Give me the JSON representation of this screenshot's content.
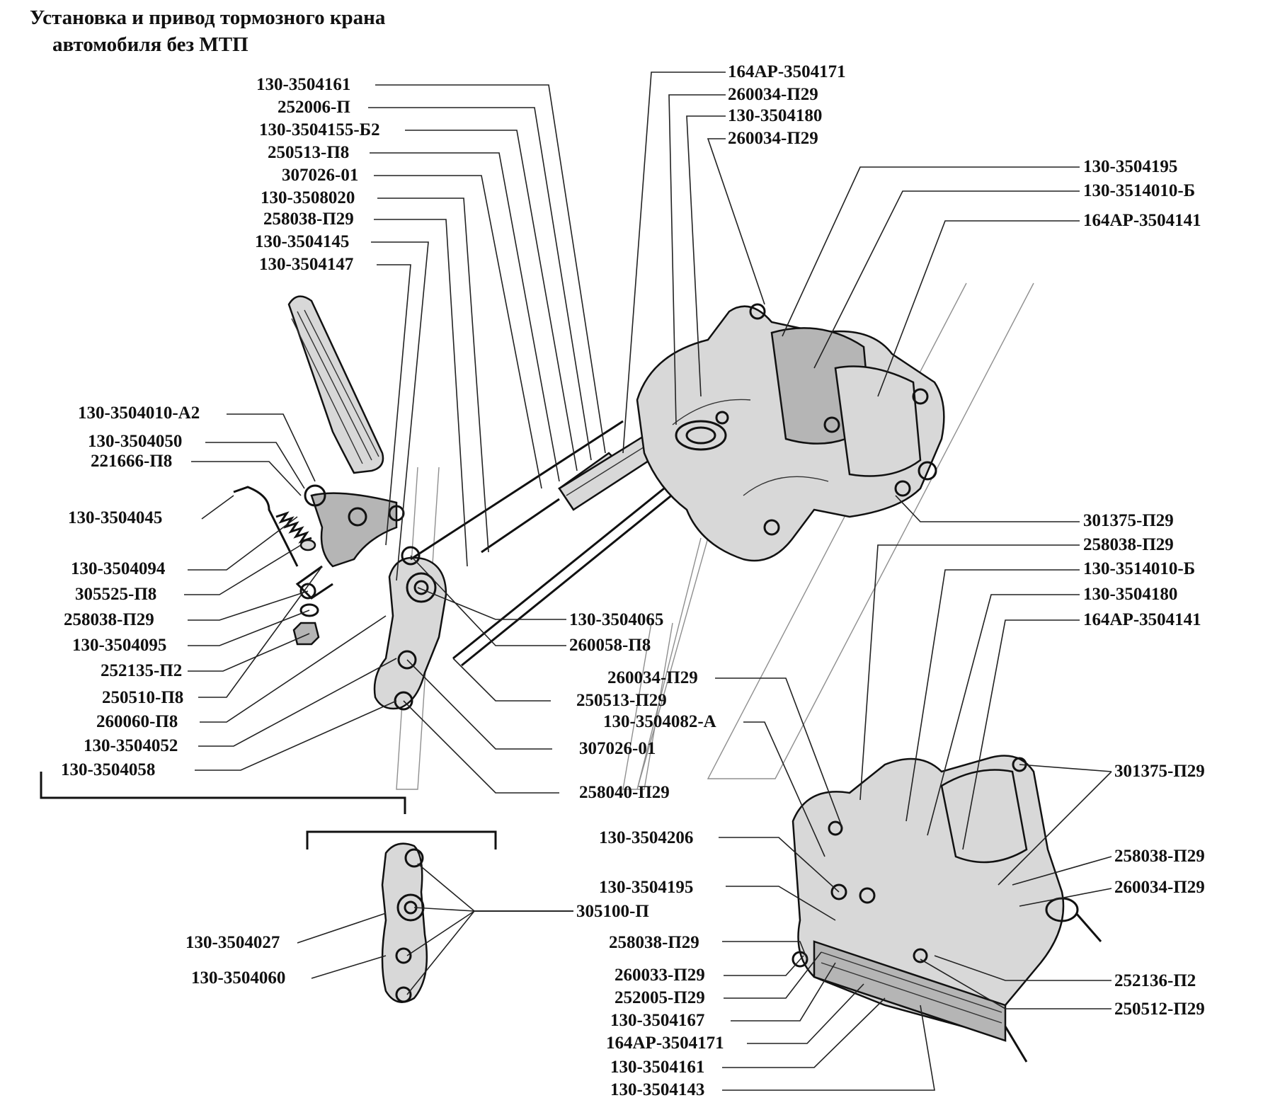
{
  "title": {
    "line1": "Установка и привод тормозного крана",
    "line2": "автомобиля без МТП"
  },
  "callouts": [
    {
      "id": "c1",
      "text": "130-3504161"
    },
    {
      "id": "c2",
      "text": "252006-П"
    },
    {
      "id": "c3",
      "text": "130-3504155-Б2"
    },
    {
      "id": "c4",
      "text": "250513-П8"
    },
    {
      "id": "c5",
      "text": "307026-01"
    },
    {
      "id": "c6",
      "text": "130-3508020"
    },
    {
      "id": "c7",
      "text": "258038-П29"
    },
    {
      "id": "c8",
      "text": "130-3504145"
    },
    {
      "id": "c9",
      "text": "130-3504147"
    },
    {
      "id": "c10",
      "text": "164АР-3504171"
    },
    {
      "id": "c11",
      "text": "260034-П29"
    },
    {
      "id": "c12",
      "text": "130-3504180"
    },
    {
      "id": "c13",
      "text": "260034-П29"
    },
    {
      "id": "c14",
      "text": "130-3504195"
    },
    {
      "id": "c15",
      "text": "130-3514010-Б"
    },
    {
      "id": "c16",
      "text": "164АР-3504141"
    },
    {
      "id": "c17",
      "text": "130-3504010-А2"
    },
    {
      "id": "c18",
      "text": "130-3504050"
    },
    {
      "id": "c19",
      "text": "221666-П8"
    },
    {
      "id": "c20",
      "text": "130-3504045"
    },
    {
      "id": "c21",
      "text": "130-3504094"
    },
    {
      "id": "c22",
      "text": "305525-П8"
    },
    {
      "id": "c23",
      "text": "258038-П29"
    },
    {
      "id": "c24",
      "text": "130-3504095"
    },
    {
      "id": "c25",
      "text": "252135-П2"
    },
    {
      "id": "c26",
      "text": "250510-П8"
    },
    {
      "id": "c27",
      "text": "260060-П8"
    },
    {
      "id": "c28",
      "text": "130-3504052"
    },
    {
      "id": "c29",
      "text": "130-3504058"
    },
    {
      "id": "c30",
      "text": "301375-П29"
    },
    {
      "id": "c31",
      "text": "258038-П29"
    },
    {
      "id": "c32",
      "text": "130-3514010-Б"
    },
    {
      "id": "c33",
      "text": "130-3504180"
    },
    {
      "id": "c34",
      "text": "164АР-3504141"
    },
    {
      "id": "c35",
      "text": "130-3504065"
    },
    {
      "id": "c36",
      "text": "260058-П8"
    },
    {
      "id": "c37",
      "text": "260034-П29"
    },
    {
      "id": "c38",
      "text": "250513-П29"
    },
    {
      "id": "c39",
      "text": "130-3504082-А"
    },
    {
      "id": "c40",
      "text": "307026-01"
    },
    {
      "id": "c41",
      "text": "258040-П29"
    },
    {
      "id": "c42",
      "text": "301375-П29"
    },
    {
      "id": "c43",
      "text": "130-3504206"
    },
    {
      "id": "c44",
      "text": "258038-П29"
    },
    {
      "id": "c45",
      "text": "260034-П29"
    },
    {
      "id": "c46",
      "text": "130-3504195"
    },
    {
      "id": "c47",
      "text": "305100-П"
    },
    {
      "id": "c48",
      "text": "258038-П29"
    },
    {
      "id": "c49",
      "text": "130-3504027"
    },
    {
      "id": "c50",
      "text": "260033-П29"
    },
    {
      "id": "c51",
      "text": "252005-П29"
    },
    {
      "id": "c52",
      "text": "130-3504060"
    },
    {
      "id": "c53",
      "text": "130-3504167"
    },
    {
      "id": "c54",
      "text": "164АР-3504171"
    },
    {
      "id": "c55",
      "text": "130-3504161"
    },
    {
      "id": "c56",
      "text": "130-3504143"
    },
    {
      "id": "c57",
      "text": "252136-П2"
    },
    {
      "id": "c58",
      "text": "250512-П29"
    }
  ]
}
